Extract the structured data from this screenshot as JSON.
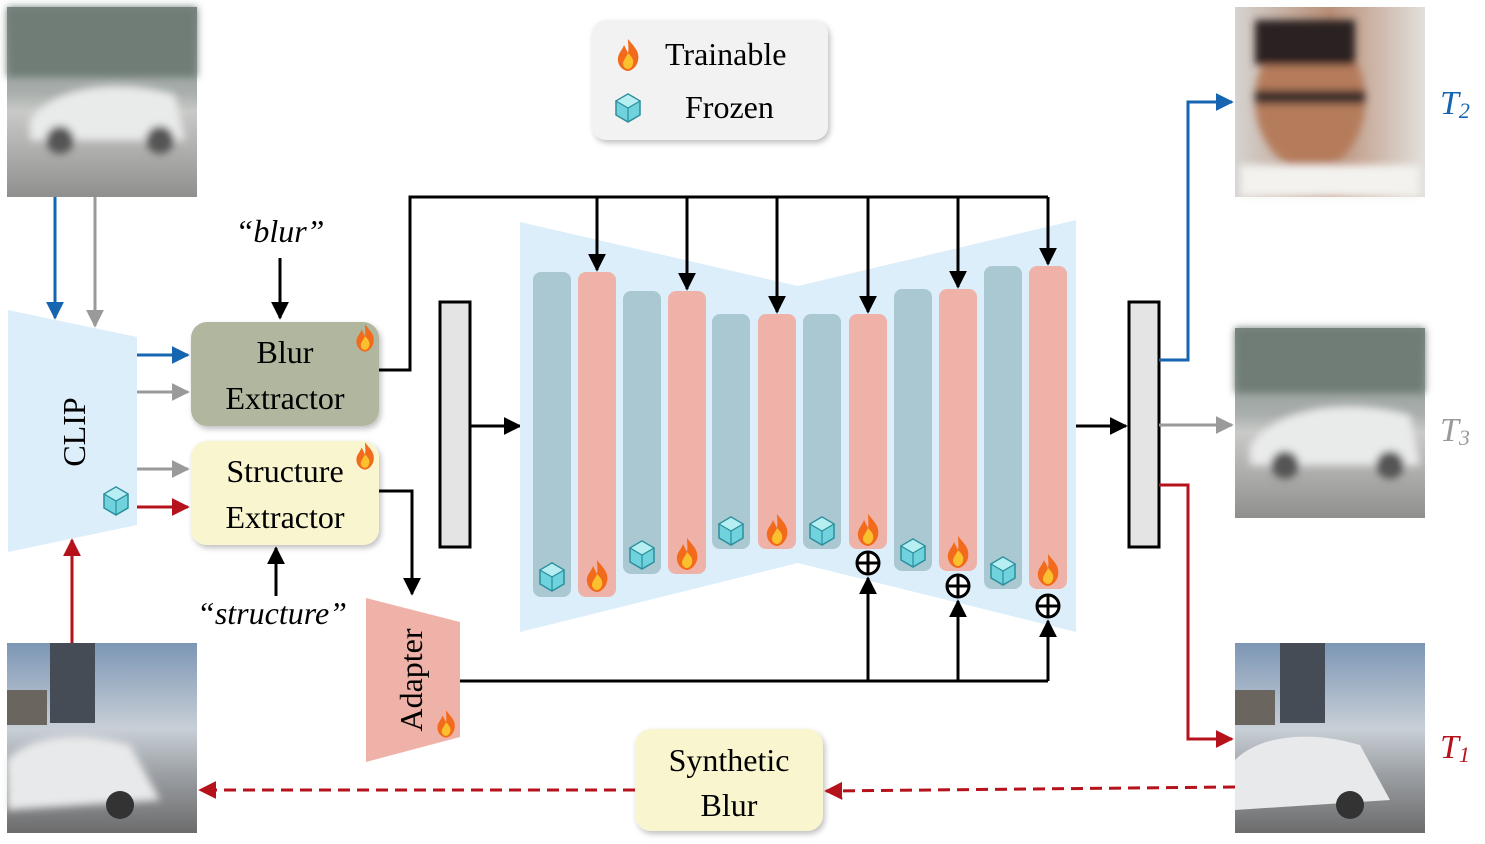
{
  "legend": {
    "trainable": "Trainable",
    "frozen": "Frozen"
  },
  "modules": {
    "clip": "CLIP",
    "blur_extractor": [
      "Blur",
      "Extractor"
    ],
    "structure_extractor": [
      "Structure",
      "Extractor"
    ],
    "adapter": "Adapter",
    "synthetic_blur": [
      "Synthetic",
      "Blur"
    ]
  },
  "prompts": {
    "blur": "“blur”",
    "structure": "“structure”"
  },
  "outputs": {
    "t2": {
      "letter": "T",
      "sub": "2"
    },
    "t3": {
      "letter": "T",
      "sub": "3"
    },
    "t1": {
      "letter": "T",
      "sub": "1"
    }
  },
  "images": {
    "blurred_car_input": "blurred-car-thumbnail",
    "sharp_street_input": "sharp-street-thumbnail",
    "blurred_face_output": "blurred-face-thumbnail",
    "blurred_car_output": "blurred-car-thumbnail",
    "sharp_street_output": "sharp-street-thumbnail"
  },
  "colors": {
    "blue_arrow": "#1565b0",
    "gray_arrow": "#9a9a9a",
    "red_arrow": "#b5121b",
    "unet_bg": "#dceefa",
    "frozen_block": "#a9c8d1",
    "trainable_block": "#efb2a8",
    "blur_extractor": "#b0b79e",
    "structure_extractor": "#f9f5cf",
    "adapter": "#efb2a8",
    "clip": "#dceefa"
  }
}
